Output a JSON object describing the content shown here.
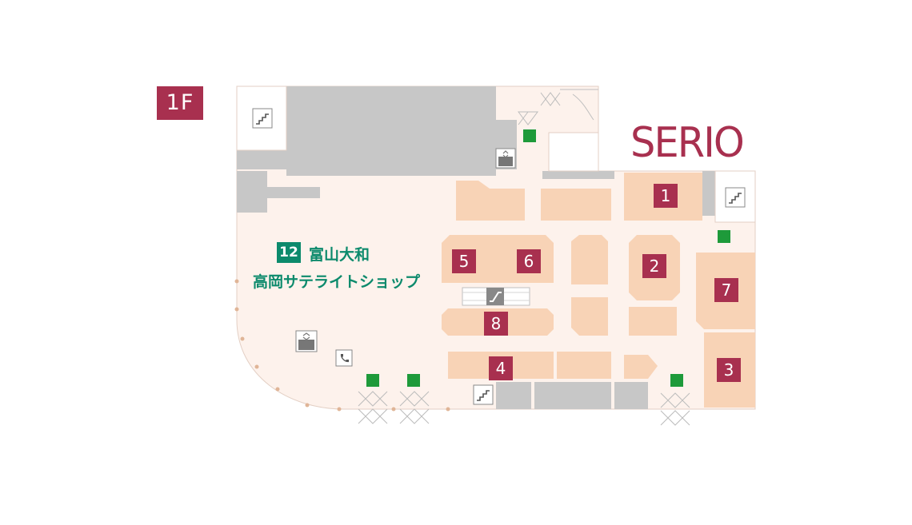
{
  "floor_label": "1F",
  "brand": "SERIO",
  "feature": {
    "number": "12",
    "name_line1": "富山大和",
    "name_line2": "高岡サテライトショップ"
  },
  "shops": [
    {
      "id": "shop-1",
      "label": "1"
    },
    {
      "id": "shop-2",
      "label": "2"
    },
    {
      "id": "shop-3",
      "label": "3"
    },
    {
      "id": "shop-4",
      "label": "4"
    },
    {
      "id": "shop-5",
      "label": "5"
    },
    {
      "id": "shop-6",
      "label": "6"
    },
    {
      "id": "shop-7",
      "label": "7"
    },
    {
      "id": "shop-8",
      "label": "8"
    }
  ],
  "icons": {
    "stairs": "stairs-icon",
    "elevator": "elevator-icon",
    "escalator": "escalator-icon",
    "emergency_exit": "emergency-exit-icon",
    "phone": "phone-icon",
    "door": "automatic-door-icon"
  },
  "colors": {
    "accent": "#a8304f",
    "feature_green": "#0c8a6c",
    "shop_fill": "#f8d3b6",
    "floor_fill": "#fdf2ec",
    "wall_gray": "#c7c7c7",
    "exit_green": "#1e9a3a"
  }
}
